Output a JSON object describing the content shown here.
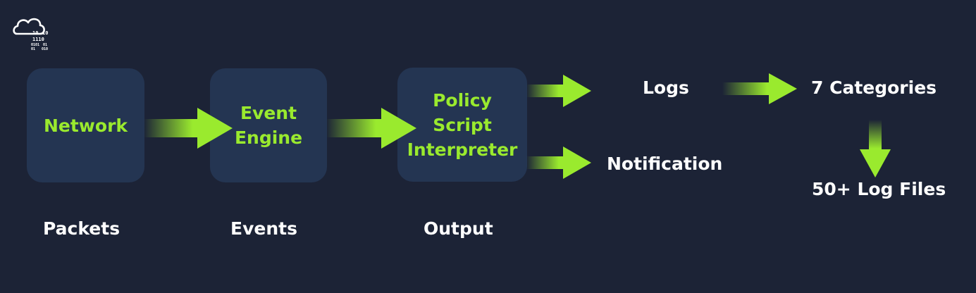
{
  "boxes": {
    "network": "Network",
    "event_engine": "Event\nEngine",
    "policy": "Policy\nScript\nInterpreter"
  },
  "stage_labels": {
    "packets": "Packets",
    "events": "Events",
    "output": "Output"
  },
  "outputs": {
    "logs": "Logs",
    "notification": "Notification",
    "categories": "7 Categories",
    "log_files": "50+ Log Files"
  },
  "logo": {
    "digits": [
      "10",
      "10",
      "1110",
      "0101",
      "01",
      "01",
      "010"
    ]
  },
  "colors": {
    "background": "#1c2336",
    "box": "#243552",
    "accent": "#9aea2e",
    "text": "#ffffff"
  }
}
